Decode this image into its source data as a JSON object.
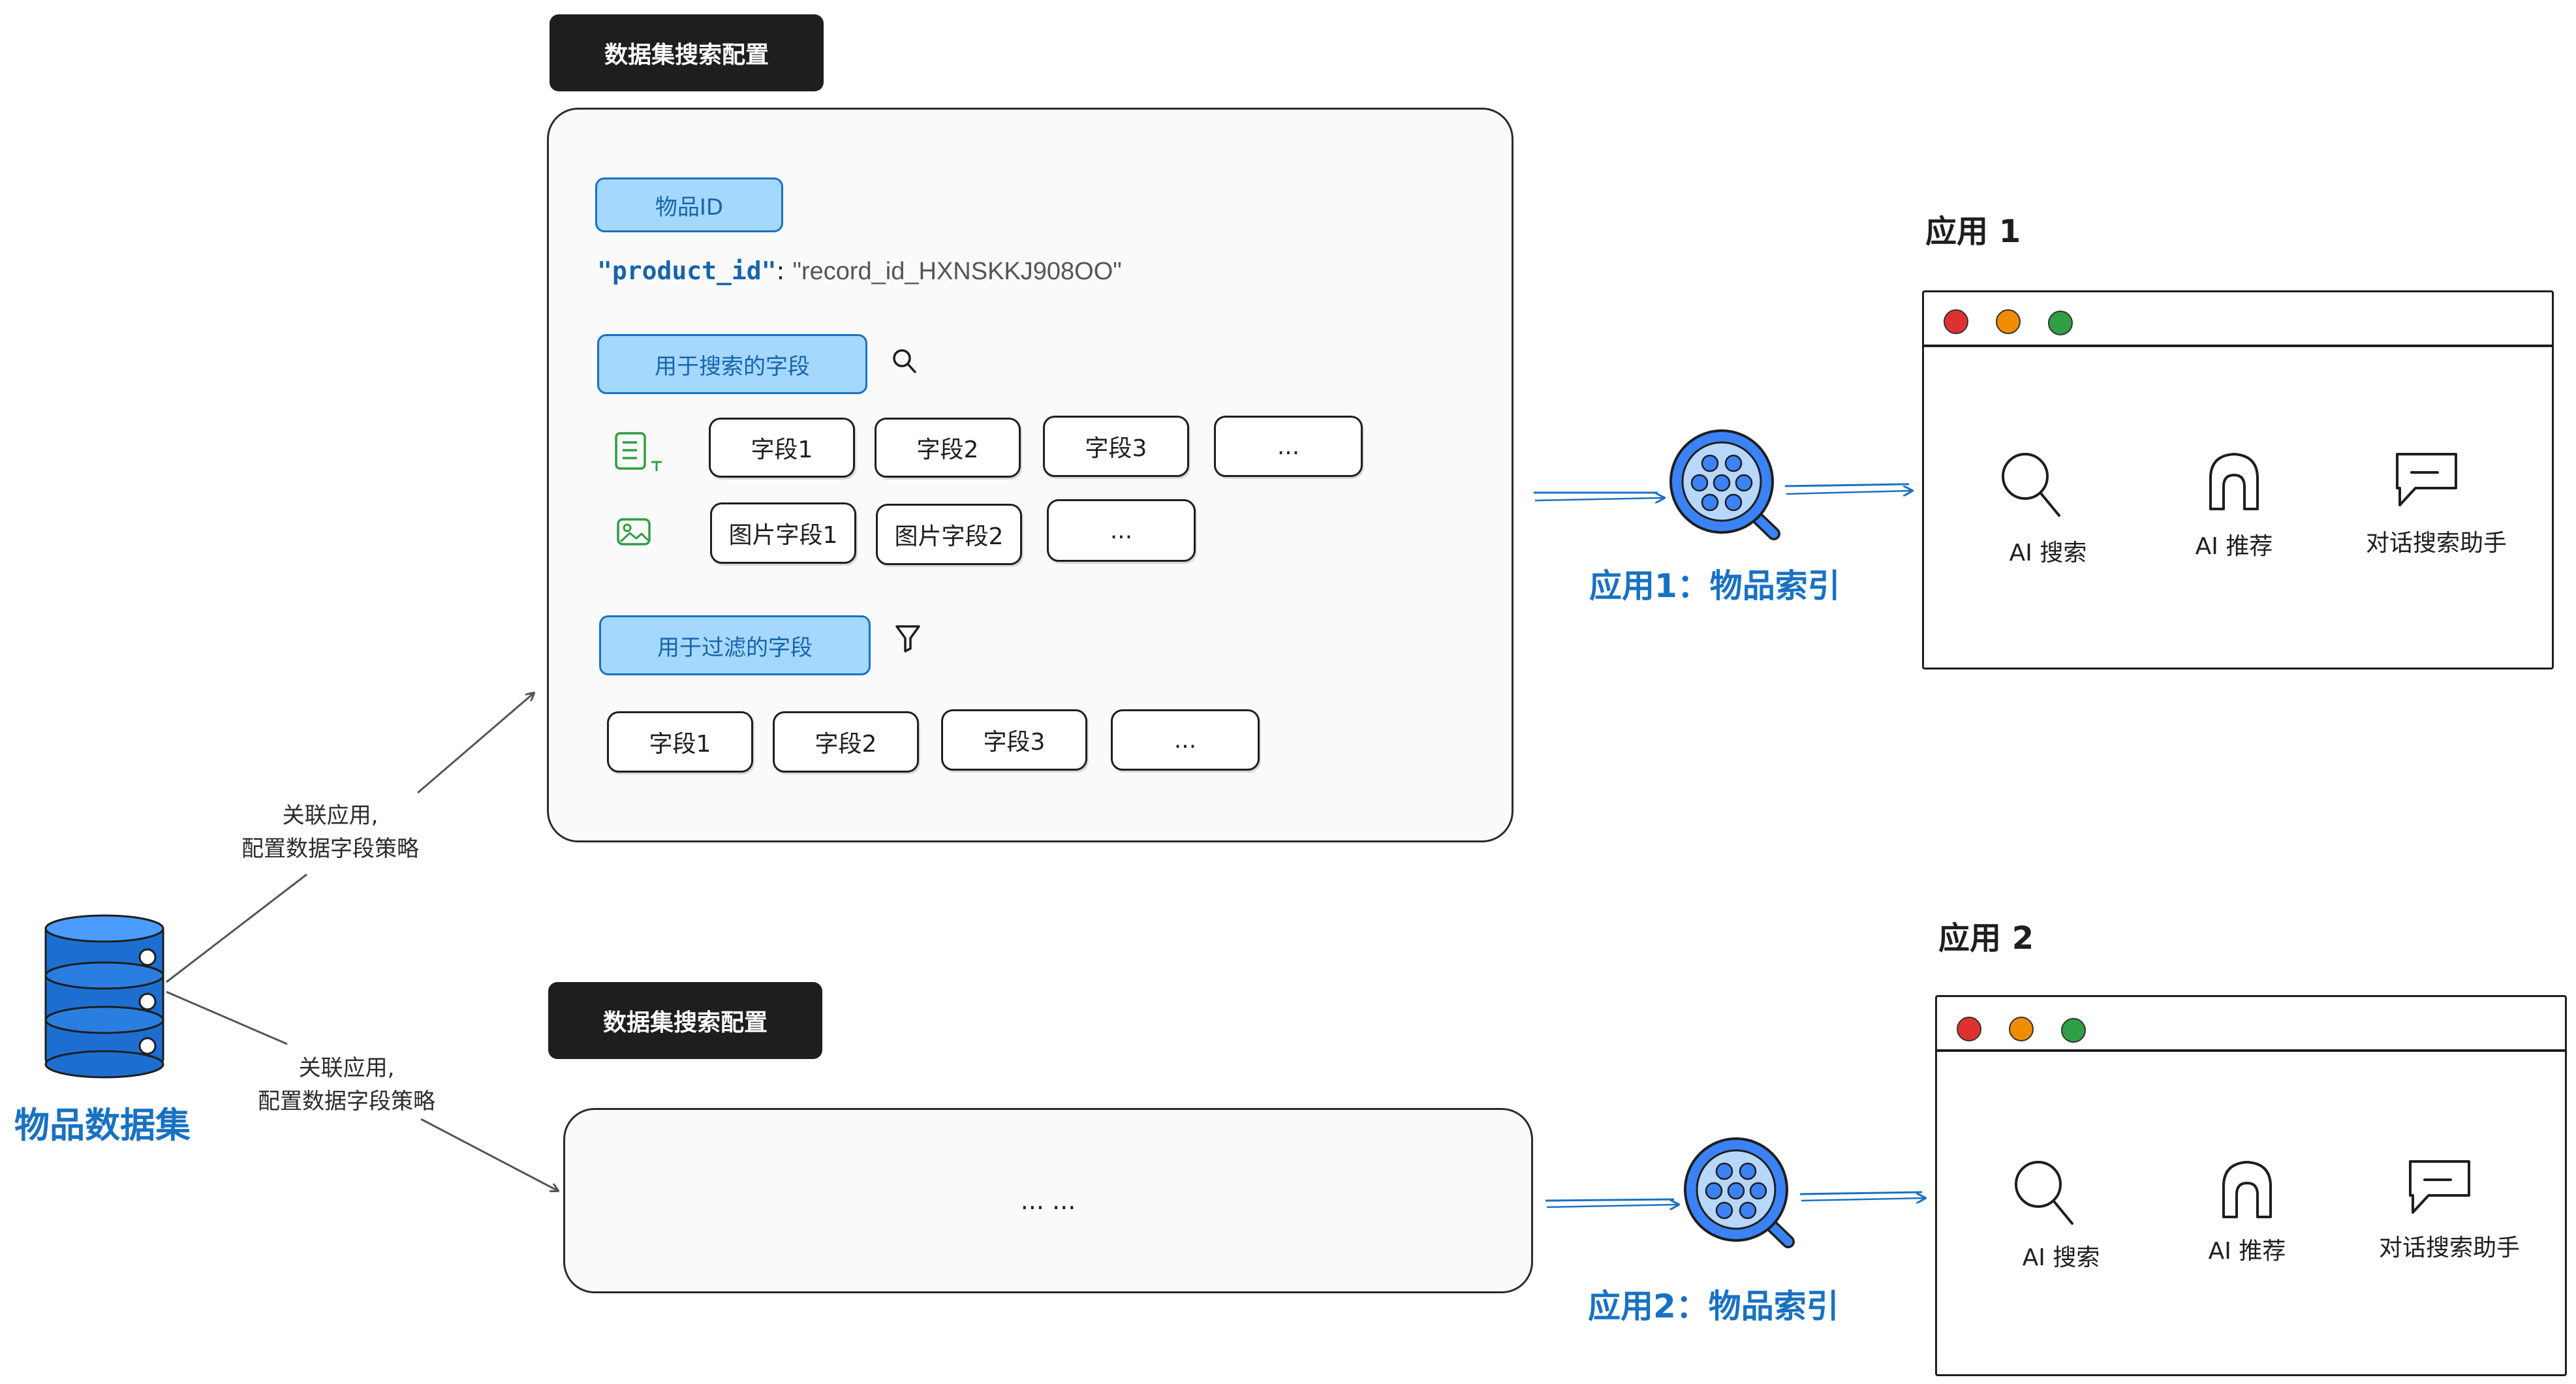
{
  "colors": {
    "accent_blue": "#1971c2",
    "chip_fill": "#a5d8ff",
    "dark_label": "#1e1e1e",
    "dot_red": "#e03131",
    "dot_yellow": "#f08c00",
    "dot_green": "#2f9e44",
    "image_icon_green": "#2f9e44"
  },
  "dataset": {
    "label": "物品数据集",
    "icon": "database-icon"
  },
  "edges": {
    "to_config1": "关联应用,\n配置数据字段策略",
    "to_config2": "关联应用,\n配置数据字段策略"
  },
  "config1": {
    "header": "数据集搜索配置",
    "id_chip": "物品ID",
    "id_key": "\"product_id\"",
    "id_sep": ":",
    "id_value": "\"record_id_HXNSKKJ908OO\"",
    "search_chip": "用于搜索的字段",
    "search_icon": "search-icon",
    "text_icon": "text-field-icon",
    "image_icon": "image-icon",
    "text_fields": [
      "字段1",
      "字段2",
      "字段3",
      "..."
    ],
    "image_fields": [
      "图片字段1",
      "图片字段2",
      "..."
    ],
    "filter_chip": "用于过滤的字段",
    "filter_icon": "filter-icon",
    "filter_fields": [
      "字段1",
      "字段2",
      "字段3",
      "..."
    ]
  },
  "config2": {
    "header": "数据集搜索配置",
    "placeholder": "... ..."
  },
  "index1": {
    "label": "应用1：物品索引",
    "icon": "index-icon"
  },
  "index2": {
    "label": "应用2：物品索引",
    "icon": "index-icon"
  },
  "app1": {
    "title": "应用 1",
    "features": [
      {
        "label": "AI 搜索",
        "icon": "search-icon"
      },
      {
        "label": "AI 推荐",
        "icon": "recommend-icon"
      },
      {
        "label": "对话搜索助手",
        "icon": "chat-icon"
      }
    ]
  },
  "app2": {
    "title": "应用 2",
    "features": [
      {
        "label": "AI 搜索",
        "icon": "search-icon"
      },
      {
        "label": "AI 推荐",
        "icon": "recommend-icon"
      },
      {
        "label": "对话搜索助手",
        "icon": "chat-icon"
      }
    ]
  }
}
